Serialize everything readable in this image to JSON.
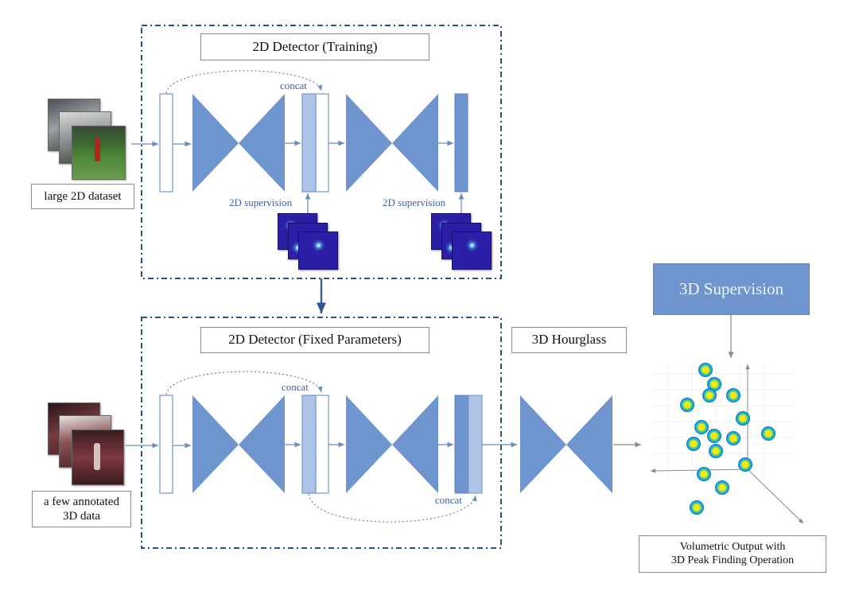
{
  "training_block": {
    "title": "2D Detector (Training)",
    "concat_label": "concat",
    "supervision_label_1": "2D supervision",
    "supervision_label_2": "2D supervision"
  },
  "fixed_block": {
    "title": "2D Detector (Fixed Parameters)",
    "concat_label_top": "concat",
    "concat_label_bottom": "concat"
  },
  "hourglass_3d": {
    "title": "3D Hourglass"
  },
  "supervision_3d": {
    "label": "3D Supervision"
  },
  "inputs": {
    "dataset_2d_label": "large 2D dataset",
    "dataset_3d_label_line1": "a few annotated",
    "dataset_3d_label_line2": "3D data"
  },
  "output": {
    "label_line1": "Volumetric Output with",
    "label_line2": "3D Peak Finding Operation"
  },
  "colors": {
    "hourglass": "#6f95cf",
    "feature_light": "#aec3e6",
    "feature_dark": "#6f95cf",
    "dash_border": "#2f4f7c",
    "heatmap": "#2a1fa6",
    "peak": "#f7e500"
  }
}
